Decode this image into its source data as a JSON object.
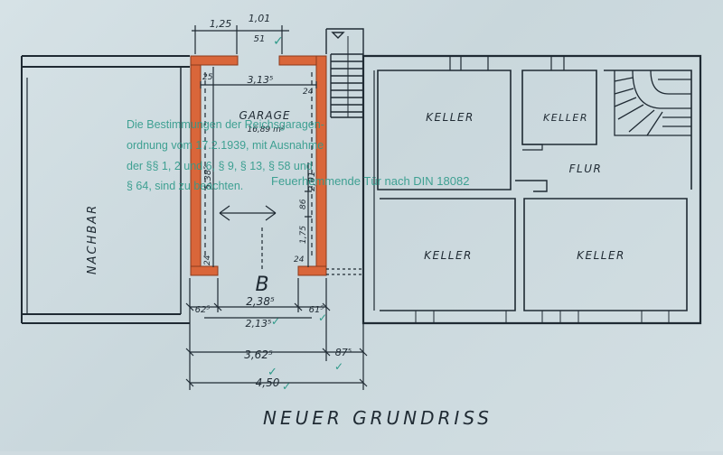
{
  "drawing": {
    "title": "NEUER GRUNDRISS",
    "neighbor_label": "NACHBAR",
    "garage": {
      "label": "GARAGE",
      "area": "16,89 m²",
      "vehicle_marker": "B"
    },
    "rooms": {
      "keller_top_left": "KELLER",
      "keller_top_right": "KELLER",
      "flur": "FLUR",
      "keller_bottom_left": "KELLER",
      "keller_bottom_right": "KELLER"
    },
    "dimensions": {
      "top_left": "1,25",
      "top_door": "1,01",
      "top_door_sub": "51",
      "inner_width": "3,13⁵",
      "wall_left_top": "25",
      "wall_right_top": "24",
      "height_left": "5,38⁵",
      "height_right": "2,01",
      "height_right_lower": "1,75",
      "height_right_mid": "86",
      "wall_left_bottom": "24",
      "wall_right_bottom": "24",
      "bottom_opening": "2,38⁵",
      "bottom_left_pier": "62⁵",
      "bottom_right_pier": "61⁵",
      "bottom_clear": "2,13⁵",
      "bottom_total_inner": "3,62⁵",
      "bottom_right_part": "87⁵",
      "bottom_overall": "4,50"
    },
    "stamp": {
      "line1": "Die Bestimmungen der Reichsgaragen-",
      "line2": "ordnung vom 17.2.1939, mit Ausnahme",
      "line3": "der §§ 1, 2 und 6, § 9, § 13, § 58 und",
      "line4": "§ 64, sind zu beachten.",
      "line5": "Feuerhemmende Tür nach DIN 18082"
    }
  },
  "colors": {
    "paper": "#d3dfe3",
    "ink": "#1f2a33",
    "wall_orange": "#d9663a",
    "stamp_teal": "#2f9a8a"
  }
}
